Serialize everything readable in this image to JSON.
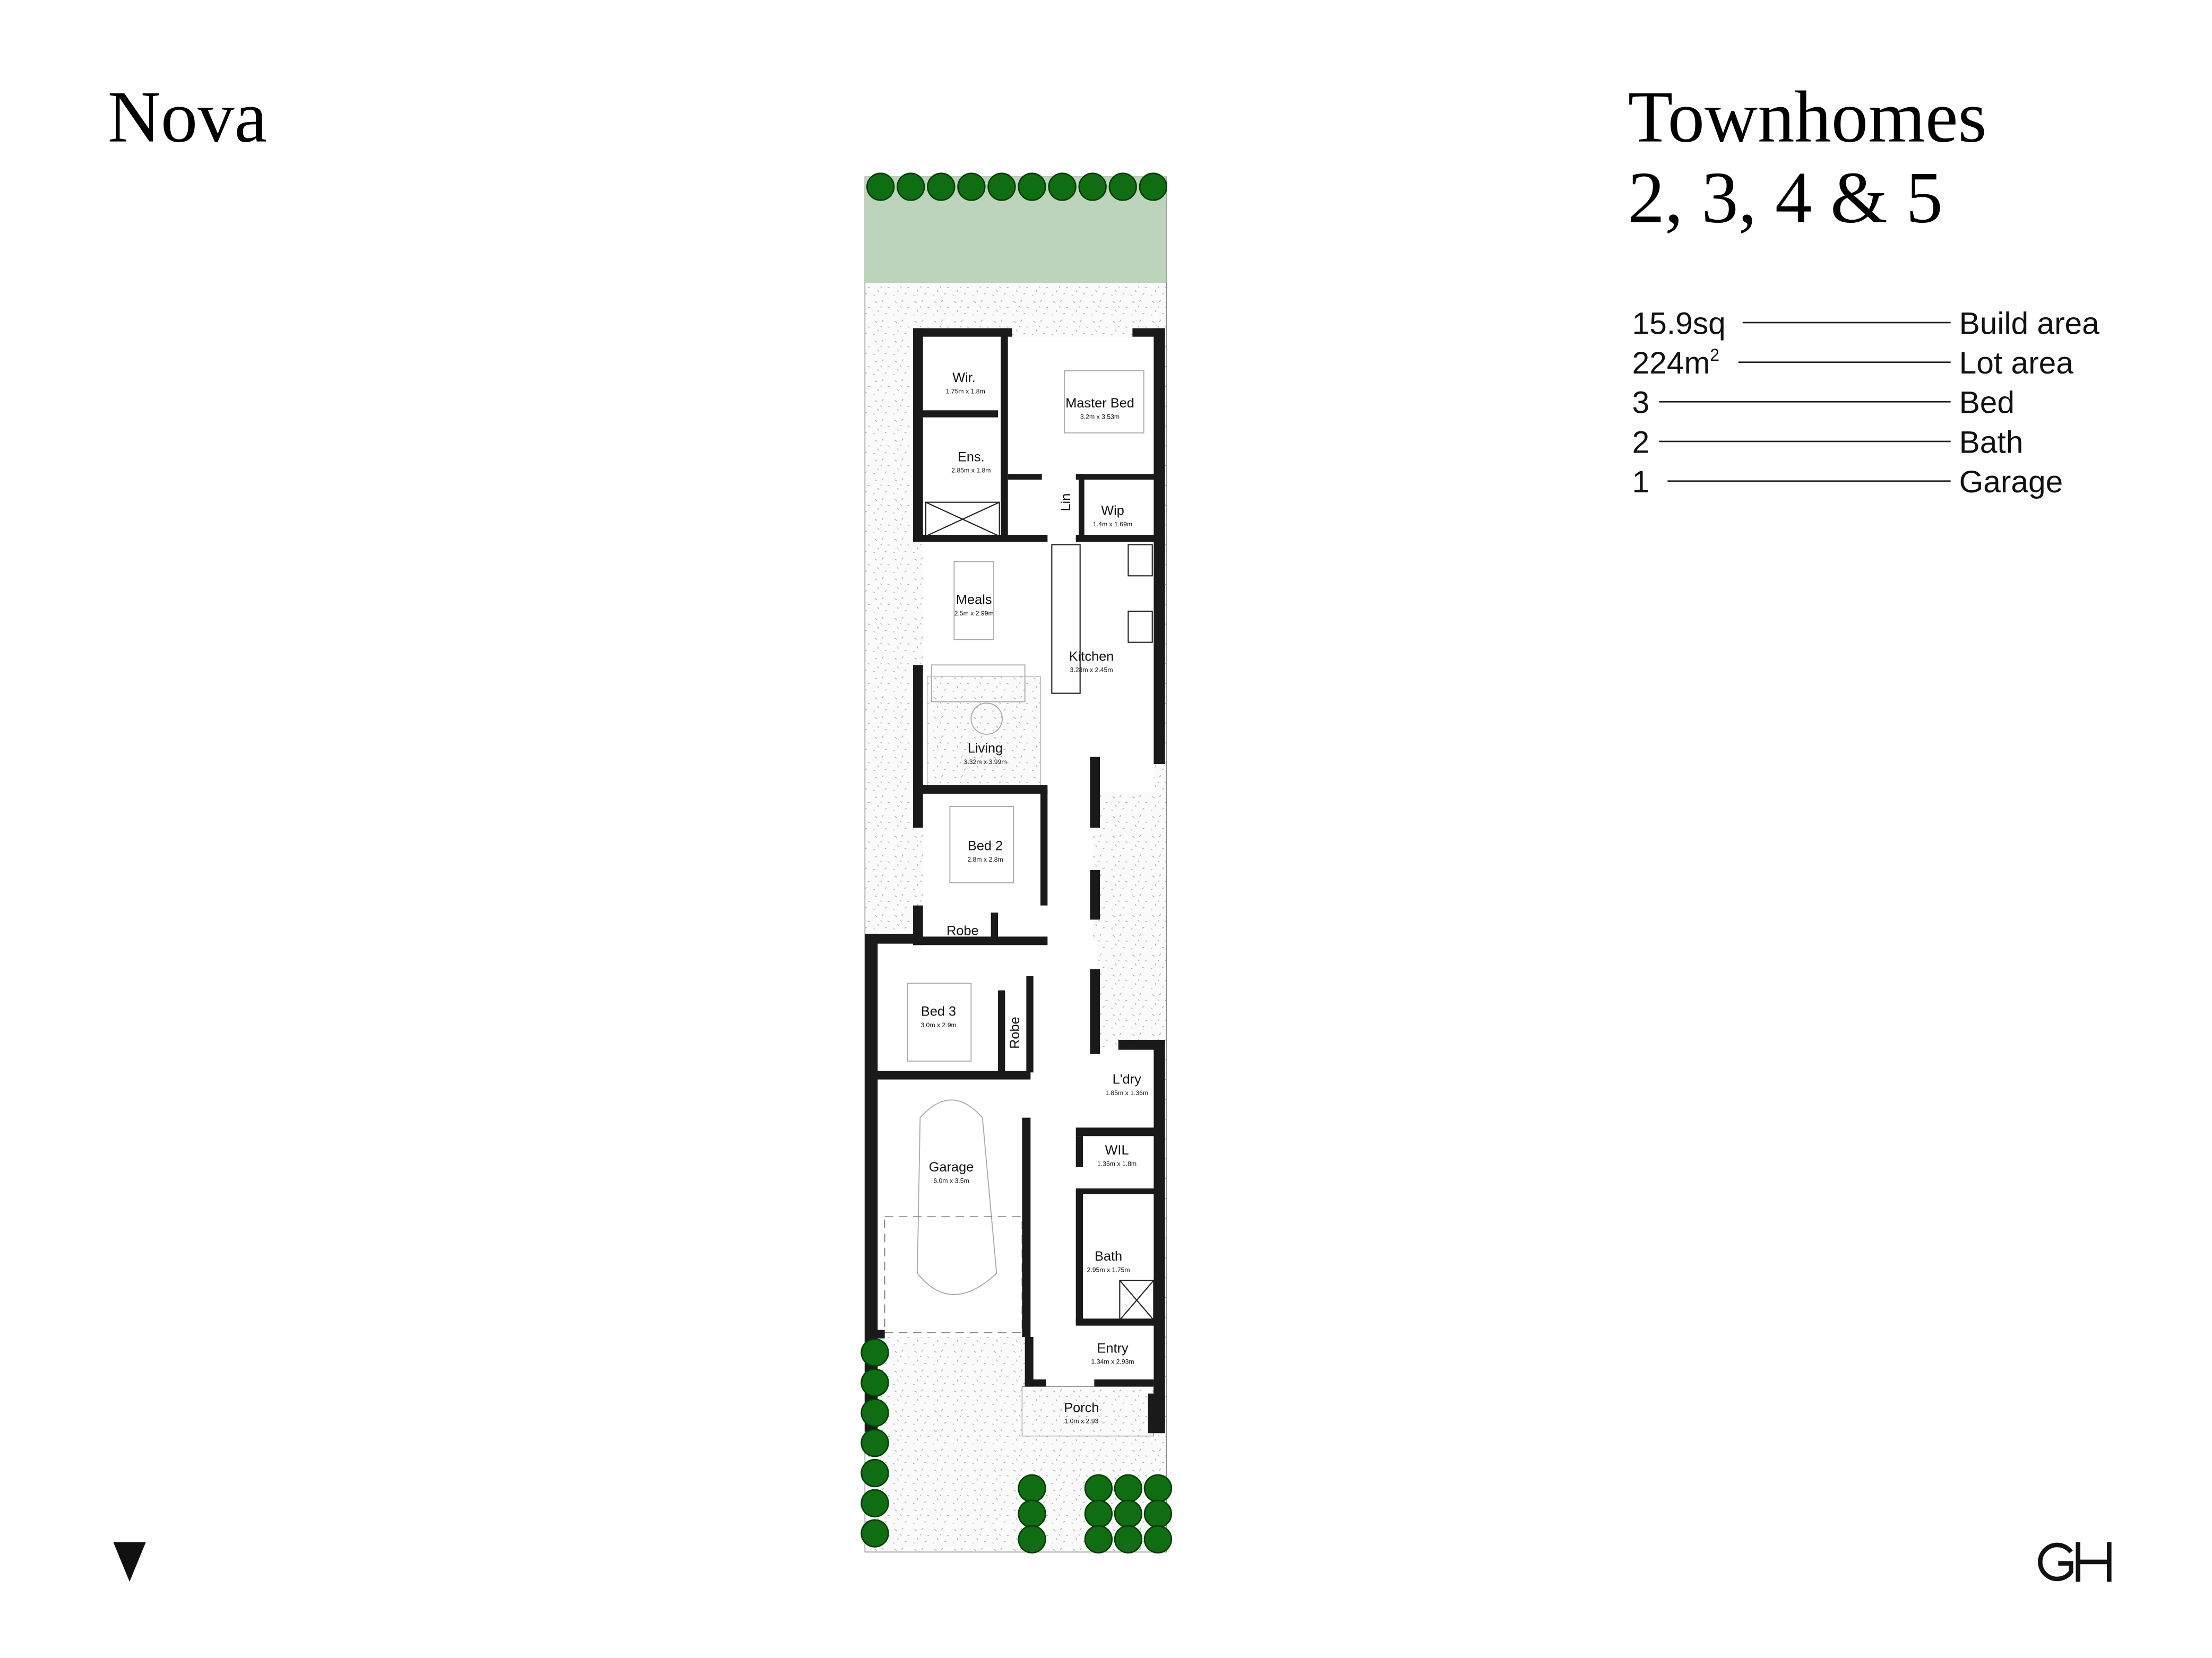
{
  "header": {
    "project_name": "Nova",
    "title_line1": "Townhomes",
    "title_line2": "2, 3, 4 & 5"
  },
  "specs": [
    {
      "value": "15.9sq",
      "label": "Build area"
    },
    {
      "value": "224m",
      "sup": "2",
      "label": "Lot area"
    },
    {
      "value": "3",
      "label": "Bed"
    },
    {
      "value": "2",
      "label": "Bath"
    },
    {
      "value": "1",
      "label": "Garage"
    }
  ],
  "rooms": {
    "wir": {
      "name": "Wir.",
      "dims": "1.75m x 1.8m"
    },
    "master_bed": {
      "name": "Master Bed",
      "dims": "3.2m x 3.53m"
    },
    "ens": {
      "name": "Ens.",
      "dims": "2.85m x 1.8m"
    },
    "lin": {
      "name": "Lin"
    },
    "wip": {
      "name": "Wip",
      "dims": "1.4m x 1.69m"
    },
    "meals": {
      "name": "Meals",
      "dims": "2.5m x 2.99m"
    },
    "kitchen": {
      "name": "Kitchen",
      "dims": "3.28m x 2.45m"
    },
    "living": {
      "name": "Living",
      "dims": "3.32m x 3.99m"
    },
    "bed2": {
      "name": "Bed 2",
      "dims": "2.8m x 2.8m"
    },
    "robe2": {
      "name": "Robe"
    },
    "bed3": {
      "name": "Bed 3",
      "dims": "3.0m x 2.9m"
    },
    "robe3": {
      "name": "Robe"
    },
    "ldry": {
      "name": "L'dry",
      "dims": "1.85m x 1.36m"
    },
    "wil": {
      "name": "WIL",
      "dims": "1.35m x 1.8m"
    },
    "garage": {
      "name": "Garage",
      "dims": "6.0m x 3.5m"
    },
    "bath": {
      "name": "Bath",
      "dims": "2.95m x 1.75m"
    },
    "entry": {
      "name": "Entry",
      "dims": "1.34m x 2.93m"
    },
    "porch": {
      "name": "Porch",
      "dims": "1.0m x 2.93"
    }
  },
  "footer": {
    "logo": "GH"
  },
  "colors": {
    "lawn": "#bcd4bc",
    "hedge": "#0f6e12",
    "wall": "#1a1a1a"
  }
}
